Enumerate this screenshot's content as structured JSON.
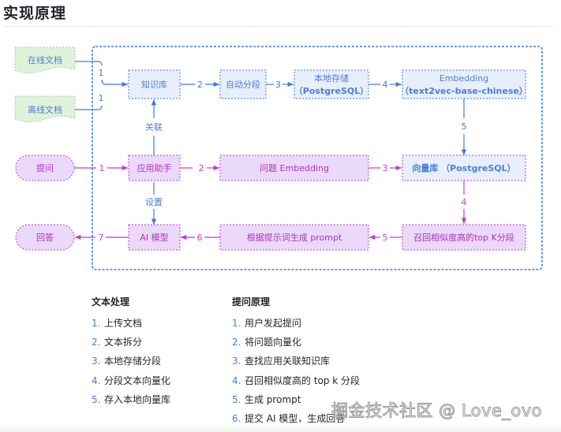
{
  "page": {
    "title": "实现原理"
  },
  "colors": {
    "blue_line": "#3d7be0",
    "blue_text": "#4a7fd8",
    "blue_fill": "#e8effc",
    "purple_line": "#c13ad1",
    "purple_text": "#b02fc4",
    "purple_fill": "#ead9f9",
    "green_fill": "#dff2da",
    "green_border": "#a9c9a3",
    "list_number": "#3b82e0"
  },
  "diagram": {
    "inputs": {
      "online_doc": "在线文档",
      "offline_doc": "离线文档",
      "question": "提问",
      "answer": "回答"
    },
    "nodes": {
      "knowledge_base": "知识库",
      "auto_segment": "自动分段",
      "local_storage_line1": "本地存储",
      "local_storage_line2": "（PostgreSQL）",
      "embedding_line1": "Embedding",
      "embedding_line2": "（text2vec-base-chinese）",
      "app_assistant": "应用助手",
      "question_embedding": "问题 Embedding",
      "vector_db": "向量库 （PostgreSQL）",
      "ai_model": "AI 模型",
      "gen_prompt": "根据提示词生成 prompt",
      "recall_topk": "召回相似度高的top K分段"
    },
    "edge_labels": {
      "online_to_kb": "1",
      "offline_to_kb": "1",
      "kb_to_seg": "2",
      "seg_to_store": "3",
      "store_to_emb": "4",
      "emb_to_vec": "5",
      "link_label": "关联",
      "set_label": "设置",
      "q_to_app": "1",
      "app_to_qemb": "2",
      "qemb_to_vec": "3",
      "vec_to_recall": "4",
      "recall_to_prompt": "5",
      "prompt_to_ai": "6",
      "ai_to_answer": "7"
    }
  },
  "text_processing": {
    "heading": "文本处理",
    "steps": [
      {
        "num": "1.",
        "text": "上传文档"
      },
      {
        "num": "2.",
        "text": "文本拆分"
      },
      {
        "num": "3.",
        "text": "本地存储分段"
      },
      {
        "num": "4.",
        "text": "分段文本向量化"
      },
      {
        "num": "5.",
        "text": "存入本地向量库"
      }
    ]
  },
  "question_principle": {
    "heading": "提问原理",
    "steps": [
      {
        "num": "1.",
        "text": "用户发起提问"
      },
      {
        "num": "2.",
        "text": "将问题向量化"
      },
      {
        "num": "3.",
        "text": "查找应用关联知识库"
      },
      {
        "num": "4.",
        "text": "召回相似度高的 top k 分段"
      },
      {
        "num": "5.",
        "text": "生成 prompt"
      },
      {
        "num": "6.",
        "text": "提交 AI 模型，生成回答"
      }
    ]
  },
  "watermark": "掘金技术社区 @ Love_ovo"
}
